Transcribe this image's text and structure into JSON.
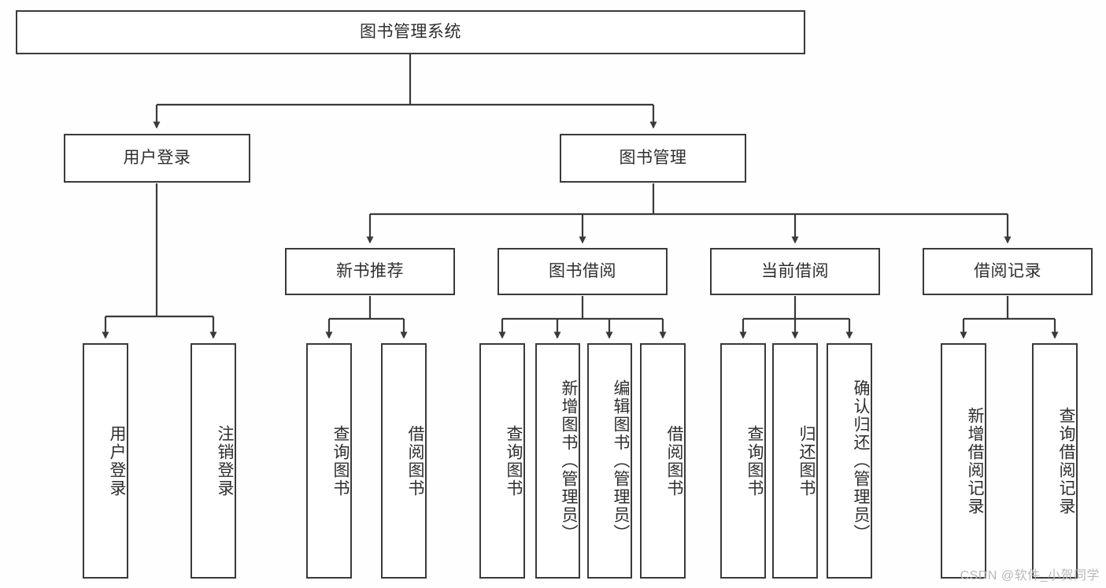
{
  "diagram": {
    "title": "图书管理系统",
    "type": "tree-hierarchy-diagram",
    "colors": {
      "border": "#3a3a3a",
      "text": "#2e2e2e",
      "background": "#ffffff",
      "watermark": "#b9b9b9"
    },
    "root": {
      "label": "图书管理系统"
    },
    "level2": [
      {
        "label": "用户登录"
      },
      {
        "label": "图书管理"
      }
    ],
    "level3": [
      {
        "label": "新书推荐"
      },
      {
        "label": "图书借阅"
      },
      {
        "label": "当前借阅"
      },
      {
        "label": "借阅记录"
      }
    ],
    "leaves": {
      "user_login": [
        {
          "label": "用户登录"
        },
        {
          "label": "注销登录"
        }
      ],
      "new_book_recommend": [
        {
          "label": "查询图书"
        },
        {
          "label": "借阅图书"
        }
      ],
      "book_borrow": [
        {
          "label": "查询图书"
        },
        {
          "label": "新增图书（管理员）"
        },
        {
          "label": "编辑图书（管理员）"
        },
        {
          "label": "借阅图书"
        }
      ],
      "current_borrow": [
        {
          "label": "查询图书"
        },
        {
          "label": "归还图书"
        },
        {
          "label": "确认归还（管理员）"
        }
      ],
      "borrow_record": [
        {
          "label": "新增借阅记录"
        },
        {
          "label": "查询借阅记录"
        }
      ]
    },
    "watermark": "CSDN @软件_小贺同学"
  }
}
